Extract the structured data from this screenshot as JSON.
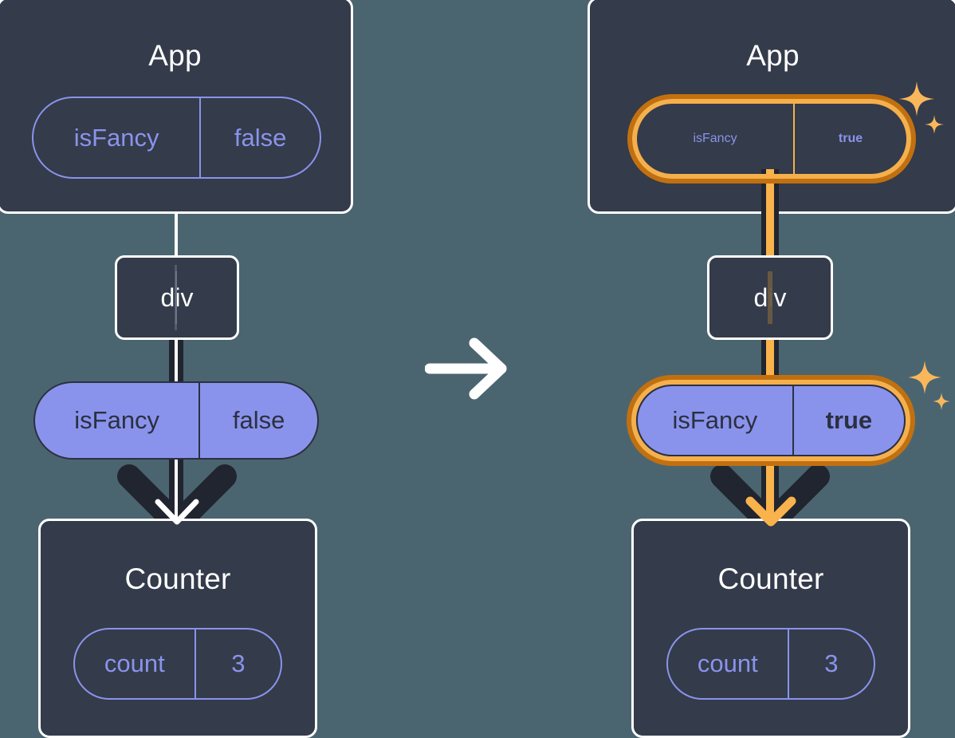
{
  "diagram": {
    "type": "react-state-propagation",
    "background_color": "#4b6570",
    "panels": [
      {
        "id": "before",
        "highlighted": false,
        "app": {
          "title": "App",
          "state_pill": {
            "name": "isFancy",
            "value": "false",
            "style": "outline",
            "highlighted": false
          }
        },
        "host": {
          "label": "div"
        },
        "prop_pill": {
          "name": "isFancy",
          "value": "false",
          "style": "filled",
          "highlighted": false
        },
        "counter": {
          "title": "Counter",
          "state_pill": {
            "name": "count",
            "value": "3",
            "style": "outline",
            "highlighted": false
          }
        }
      },
      {
        "id": "after",
        "highlighted": true,
        "app": {
          "title": "App",
          "state_pill": {
            "name": "isFancy",
            "value": "true",
            "style": "outline",
            "highlighted": true
          }
        },
        "host": {
          "label": "div"
        },
        "prop_pill": {
          "name": "isFancy",
          "value": "true",
          "style": "filled",
          "highlighted": true
        },
        "counter": {
          "title": "Counter",
          "state_pill": {
            "name": "count",
            "value": "3",
            "style": "outline",
            "highlighted": false
          }
        }
      }
    ],
    "transition": {
      "icon": "arrow-right-icon",
      "color": "#ffffff"
    },
    "sparkle_icon": "sparkles-icon",
    "colors": {
      "background": "#4b6570",
      "panel": "#343b4a",
      "panel_border": "#ffffff",
      "accent_purple": "#8a93ec",
      "pill_text_dark": "#2b3040",
      "highlight_outer": "#c2700f",
      "highlight_inner": "#f5b04c",
      "connector_dark": "#21252f",
      "connector_light": "#ffffff",
      "connector_amber": "#f9b24c",
      "sparkle": "#f9b75c"
    }
  }
}
